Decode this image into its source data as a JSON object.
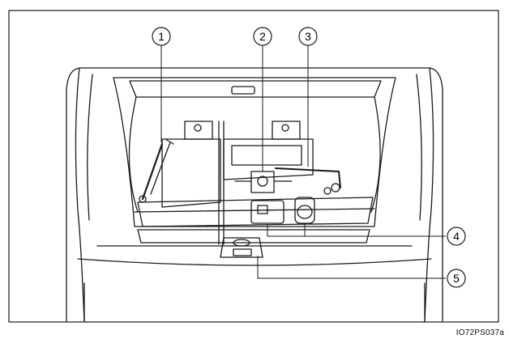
{
  "callouts": [
    {
      "number": "1"
    },
    {
      "number": "2"
    },
    {
      "number": "3"
    },
    {
      "number": "4"
    },
    {
      "number": "5"
    }
  ],
  "figure_code": "IO72PS037a",
  "colors": {
    "line": "#1a1a1a",
    "fill": "#ffffff",
    "shade": "#d9d9d9"
  }
}
